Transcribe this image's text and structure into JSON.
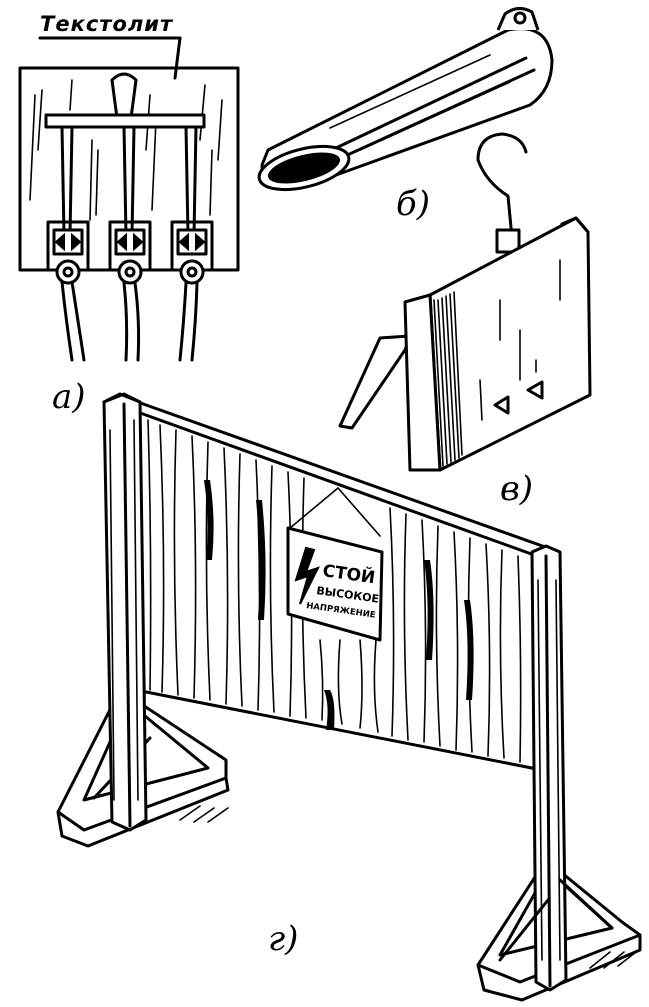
{
  "callout": {
    "material": "Текстолит"
  },
  "labels": {
    "a": "а)",
    "b": "б)",
    "v": "в)",
    "g": "г)"
  },
  "sign": {
    "line1": "СТОЙ",
    "line2": "ВЫСОКОЕ",
    "line3": "НАПРЯЖЕНИЕ"
  },
  "icons": {
    "sign_symbol": "lightning-bolt-icon",
    "hanger": "hook-icon"
  }
}
